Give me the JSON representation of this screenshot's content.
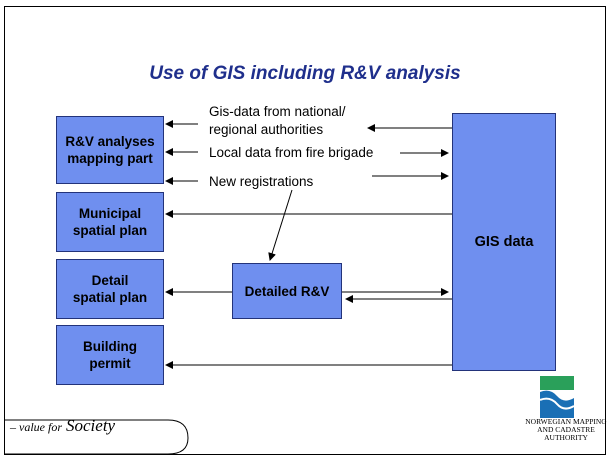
{
  "title": "Use of GIS including R&V analysis",
  "boxes": {
    "rv_analyses": [
      "R&V analyses",
      "mapping part"
    ],
    "municipal": [
      "Municipal",
      "spatial plan"
    ],
    "detail": [
      "Detail",
      "spatial plan"
    ],
    "building": [
      "Building",
      "permit"
    ],
    "detailed_rv": "Detailed R&V",
    "gis_data": "GIS data"
  },
  "labels": {
    "gis_national_1": "Gis-data from national/",
    "gis_national_2": "regional authorities",
    "local_fire": "Local data from fire brigade",
    "new_registrations": "New registrations"
  },
  "footer": {
    "value_for": "– value for",
    "society": "Society",
    "org_1": "NORWEGIAN MAPPING",
    "org_2": "AND CADASTRE",
    "org_3": "AUTHORITY"
  },
  "colors": {
    "box_fill": "#6f8fef",
    "box_border": "#23337a",
    "title": "#1f2f8c",
    "logo_blue": "#1a6fb5",
    "logo_green": "#2aa05a"
  }
}
